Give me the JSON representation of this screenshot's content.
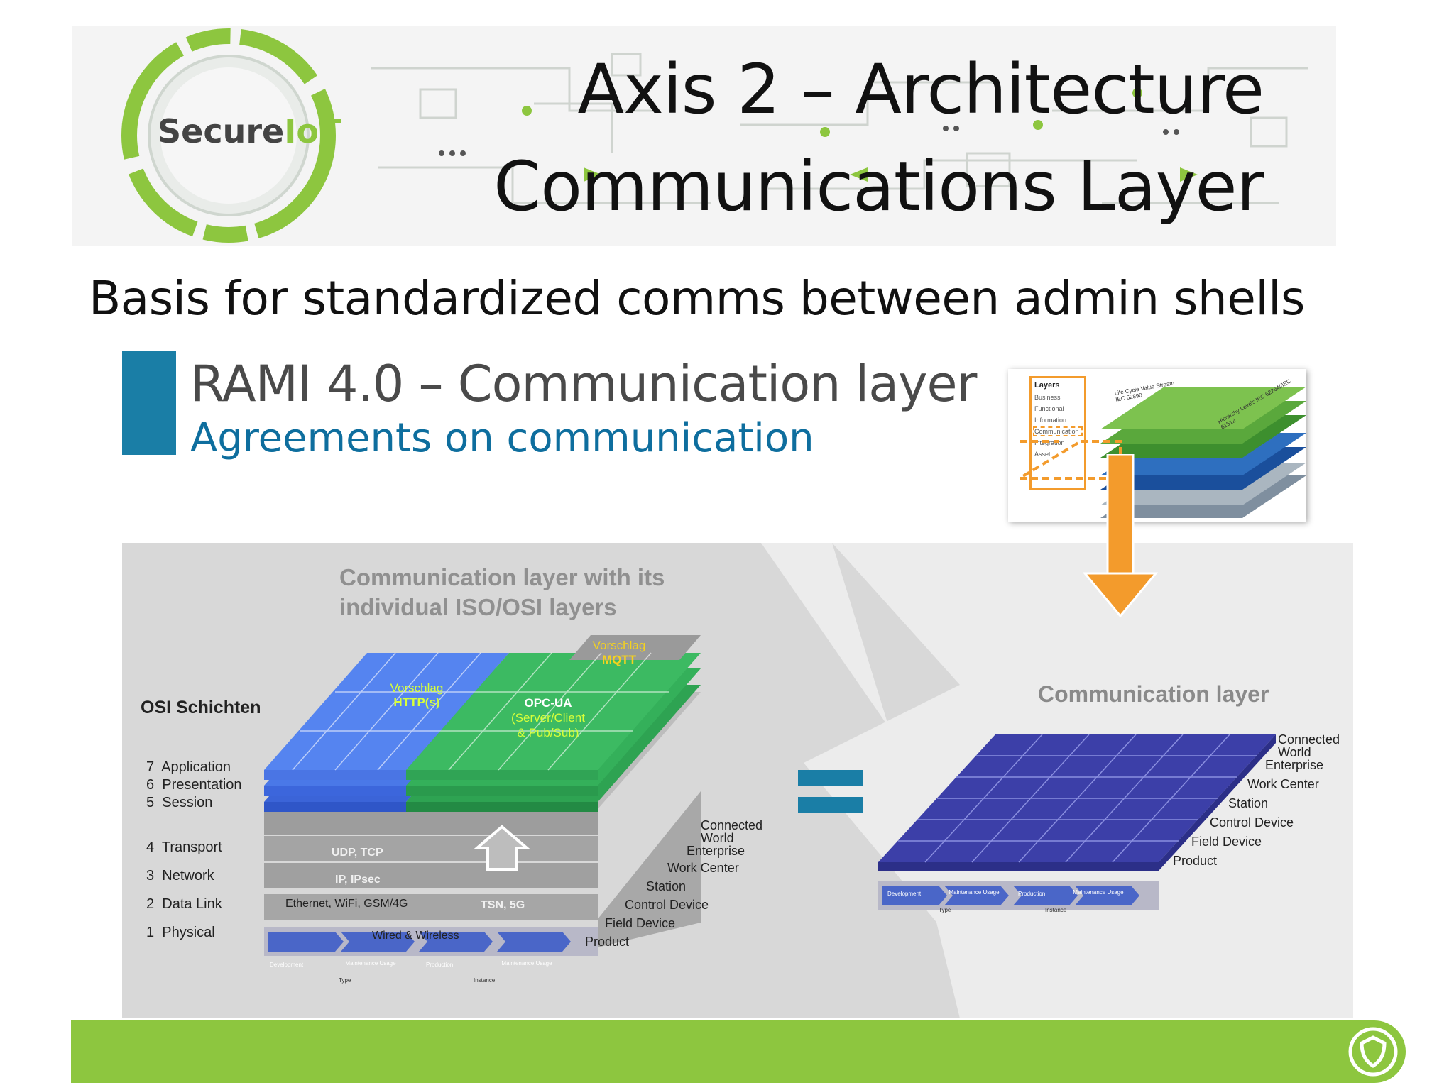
{
  "header": {
    "title_line1": "Axis 2 – Architecture",
    "title_line2": "Communications Layer",
    "logo_text_a": "Secure",
    "logo_text_b": "IoT"
  },
  "subtitle": "Basis for standardized comms between admin shells",
  "rami": {
    "title": "RAMI 4.0 – Communication layer",
    "subtitle": "Agreements on communication"
  },
  "thumb_layers": {
    "heading": "Layers",
    "items": [
      "Business",
      "Functional",
      "Information",
      "Communication",
      "Integration",
      "Asset"
    ],
    "life_cycle": "Life Cycle Value Stream IEC 62890",
    "hierarchy": "Hierarchy Levels IEC 62264//IEC 61512"
  },
  "left_diagram": {
    "heading_line1": "Communication layer with its",
    "heading_line2": "individual ISO/OSI layers",
    "osi_heading": "OSI Schichten",
    "osi_layers": [
      {
        "num": "7",
        "name": "Application"
      },
      {
        "num": "6",
        "name": "Presentation"
      },
      {
        "num": "5",
        "name": "Session"
      },
      {
        "num": "4",
        "name": "Transport"
      },
      {
        "num": "3",
        "name": "Network"
      },
      {
        "num": "2",
        "name": "Data Link"
      },
      {
        "num": "1",
        "name": "Physical"
      }
    ],
    "http_label_1": "Vorschlag",
    "http_label_2": "HTTP(s)",
    "mqtt_label_1": "Vorschlag",
    "mqtt_label_2": "MQTT",
    "opcua_1": "OPC-UA",
    "opcua_2": "(Server/Client",
    "opcua_3": "& Pub/Sub)",
    "udp": "UDP, TCP",
    "ip": "IP, IPsec",
    "ethernet": "Ethernet, WiFi, GSM/4G",
    "tsn": "TSN, 5G",
    "wired": "Wired & Wireless",
    "hierarchy": [
      "Connected",
      "World",
      "Enterprise",
      "Work Center",
      "Station",
      "Control Device",
      "Field Device",
      "Product"
    ],
    "lifecycle": [
      "Development",
      "Maintenance Usage",
      "Production",
      "Maintenance Usage"
    ],
    "type_label": "Type",
    "instance_label": "Instance"
  },
  "right_diagram": {
    "heading": "Communication layer",
    "hierarchy": [
      "Connected",
      "World",
      "Enterprise",
      "Work Center",
      "Station",
      "Control Device",
      "Field Device",
      "Product"
    ],
    "lifecycle": [
      "Development",
      "Maintenance Usage",
      "Production",
      "Maintenance Usage"
    ],
    "type_label": "Type",
    "instance_label": "Instance"
  },
  "colors": {
    "green": "#8dc63f",
    "blue_layer": "#4a78e8",
    "green_layer": "#34b05a",
    "purple_plane": "#3c3fa8",
    "orange": "#f39b2c",
    "teal": "#1a7ea6",
    "grey_panel": "#d8d8d8"
  }
}
